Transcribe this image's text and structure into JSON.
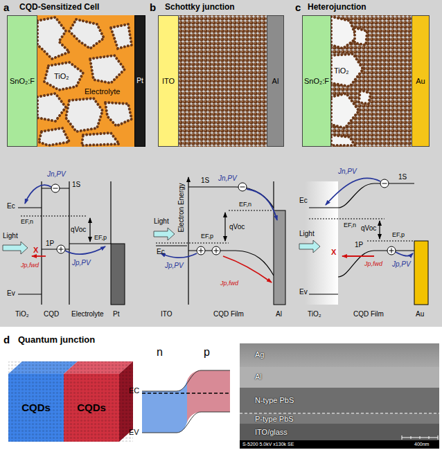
{
  "diagram": {
    "nodes": [
      {
        "text": [
          "SnO₂:F"
        ]
      },
      {
        "text": [
          "TiO₂",
          "Electrolyte"
        ]
      },
      {
        "text": [
          "Pt"
        ]
      },
      {
        "text": [
          "ITO"
        ]
      },
      {
        "text": [
          "Al"
        ]
      },
      {
        "text": [
          "SnO₂:F"
        ]
      },
      {
        "text": [
          "Au"
        ]
      },
      {
        "text": [
          "CQDs"
        ]
      },
      {
        "text": [
          "CQDs"
        ]
      }
    ],
    "labels": [
      "a",
      "CQD-Sensitized Cell",
      "b",
      "Schottky junction",
      "c",
      "Heterojunction",
      "TiO₂",
      "Jn,PV",
      "1S",
      "Ec",
      "EF,n",
      "qVoc",
      "Light",
      "X",
      "1P",
      "EF,p",
      "Jp,PV",
      "Jp,fwd",
      "Ev",
      "TiO₂",
      "CQD",
      "Electrolyte",
      "Pt",
      "Electron Energy",
      "Jn,PV",
      "1S",
      "EF,n",
      "Light",
      "EF,p",
      "qVoc",
      "Ec",
      "Jp,PV",
      "Jp,fwd",
      "ITO",
      "CQD Film",
      "Al",
      "Jn,PV",
      "1S",
      "Ec",
      "EF,n",
      "qVoc",
      "Light",
      "EF,p",
      "X",
      "Jp,fwd",
      "1P",
      "Jp,PV",
      "Ev",
      "TiO₂",
      "CQD Film",
      "Au",
      "d",
      "Quantum junction",
      "n",
      "p",
      "EC",
      "EV",
      "Ag",
      "Al",
      "N-type PbS",
      "P-type PbS",
      "ITO/glass",
      "S-5200 5.0kV x130k SE",
      "400nm"
    ]
  }
}
